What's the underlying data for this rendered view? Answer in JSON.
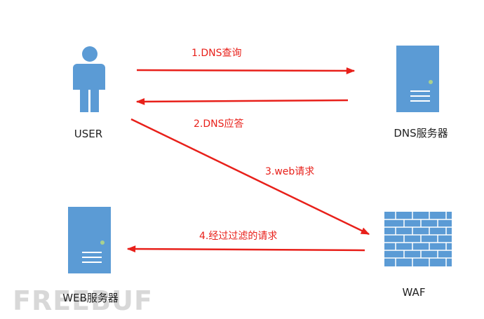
{
  "colors": {
    "icon": "#5b9bd5",
    "arrow": "#e8201a",
    "led": "#a9d18e",
    "watermark": "#d8d8d8"
  },
  "nodes": {
    "user": {
      "label": "USER",
      "icon": "person-icon"
    },
    "dns": {
      "label": "DNS服务器",
      "icon": "server-icon"
    },
    "web": {
      "label": "WEB服务器",
      "icon": "server-icon"
    },
    "waf": {
      "label": "WAF",
      "icon": "brick-wall-icon"
    }
  },
  "steps": [
    {
      "label": "1.DNS查询"
    },
    {
      "label": "2.DNS应答"
    },
    {
      "label": "3.web请求"
    },
    {
      "label": "4.经过过滤的请求"
    }
  ],
  "watermark": "FREEBUF"
}
